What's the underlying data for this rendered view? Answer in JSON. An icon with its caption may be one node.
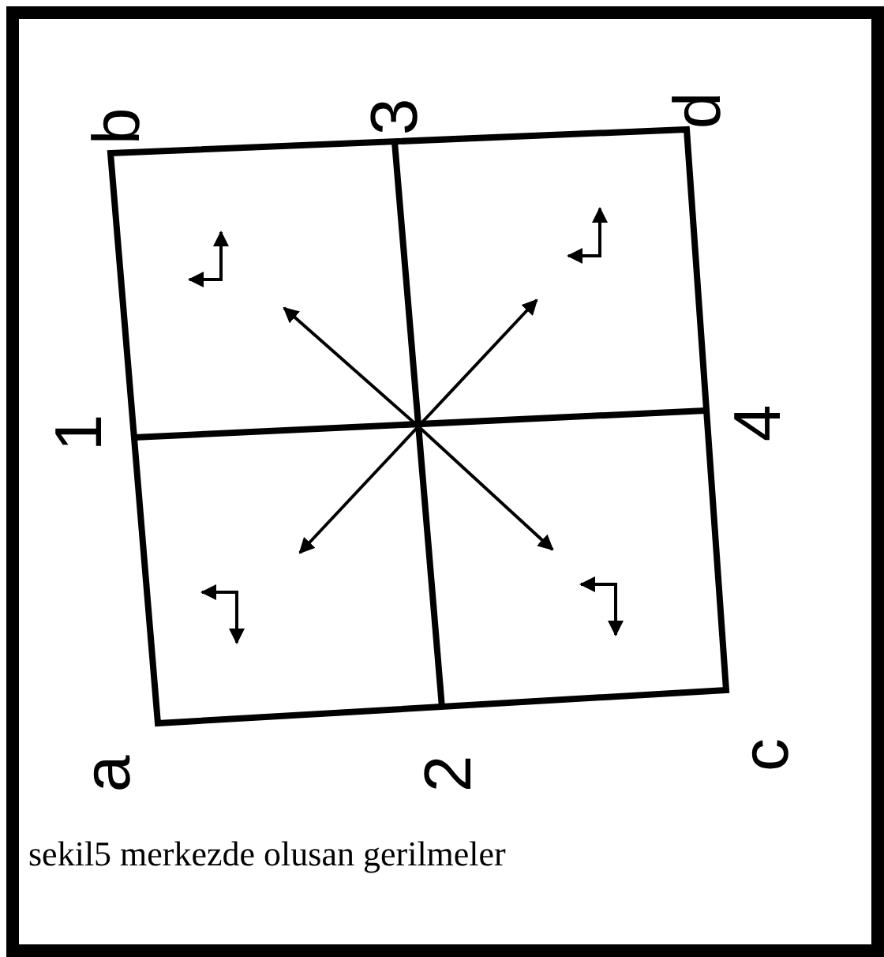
{
  "diagram": {
    "caption": "sekil5 merkezde olusan gerilmeler",
    "labels": [
      "b",
      "3",
      "d",
      "1",
      "4",
      "a",
      "2",
      "c"
    ]
  }
}
